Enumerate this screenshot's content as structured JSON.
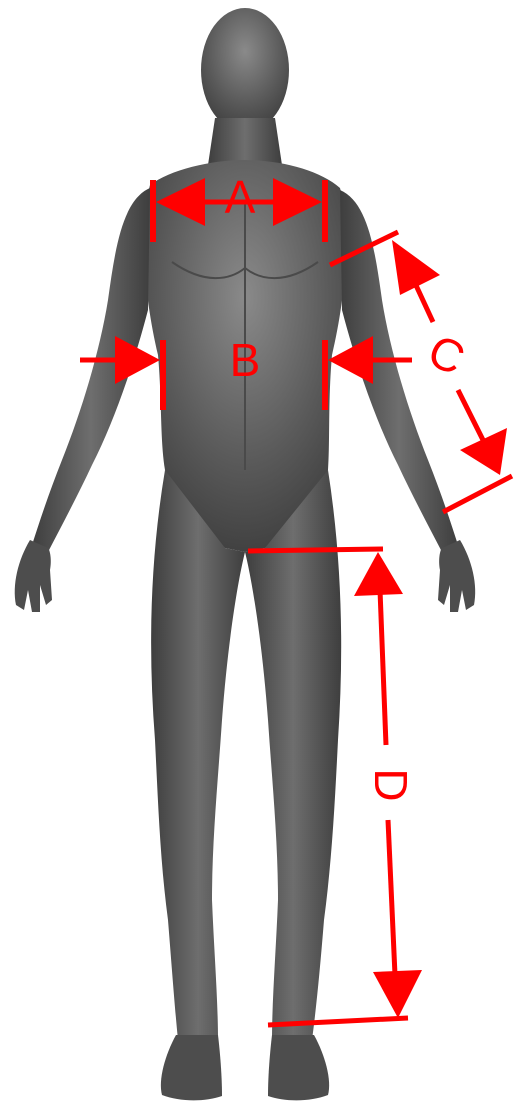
{
  "diagram": {
    "subject": "human-figure-front-view",
    "accent_color": "#ff0000",
    "figure_color": "#555555",
    "measurements": [
      {
        "id": "shoulder-width",
        "label": "A"
      },
      {
        "id": "waist-width",
        "label": "B"
      },
      {
        "id": "arm-length",
        "label": "C"
      },
      {
        "id": "inseam-length",
        "label": "D"
      }
    ]
  }
}
